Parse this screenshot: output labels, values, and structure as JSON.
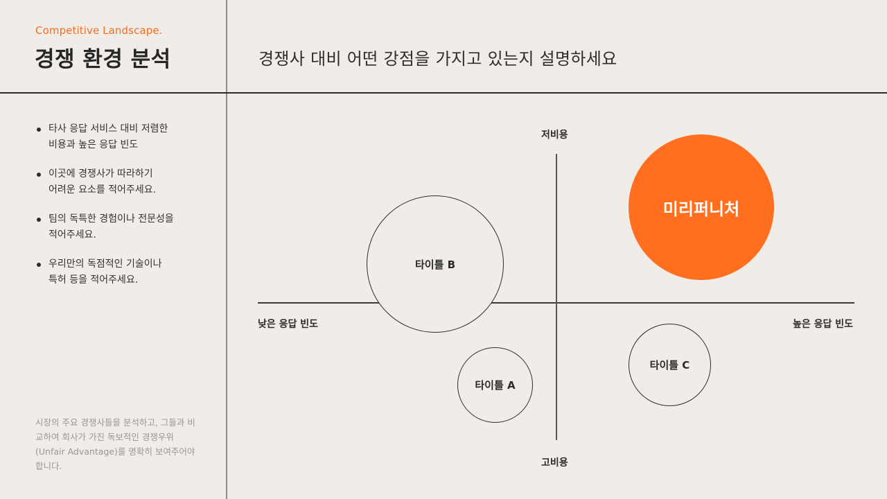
{
  "header": {
    "eyebrow": "Competitive Landscape.",
    "title": "경쟁 환경 분석",
    "subtitle": "경쟁사 대비 어떤 강점을 가지고 있는지 설명하세요"
  },
  "sidebar": {
    "bullets": [
      {
        "line1": "타사 응답 서비스 대비 저렴한",
        "line2": "비용과 높은 응답 빈도"
      },
      {
        "line1": "이곳에 경쟁사가 따라하기",
        "line2": "어려운 요소를 적어주세요."
      },
      {
        "line1": "팀의 독특한 경험이나 전문성을",
        "line2": "적어주세요."
      },
      {
        "line1": "우리만의 독점적인 기술이나",
        "line2": "특허 등을 적어주세요."
      }
    ],
    "note": "시장의 주요 경쟁사들을 분석하고, 그들과 비교하여 회사가 가진 독보적인 경쟁우위(Unfair Advantage)를 명확히 보여주어야 합니다."
  },
  "diagram": {
    "axis_top": "저비용",
    "axis_bottom": "고비용",
    "axis_left": "낮은 응답 빈도",
    "axis_right": "높은 응답 빈도",
    "bubbles": [
      {
        "label": "미리퍼니처",
        "style": "filled",
        "color": "#FF6F1F"
      },
      {
        "label": "타이틀 B",
        "style": "outline"
      },
      {
        "label": "타이틀 A",
        "style": "outline"
      },
      {
        "label": "타이틀 C",
        "style": "outline"
      }
    ]
  },
  "colors": {
    "background": "#F0ECE8",
    "accent": "#FF6F1F",
    "text": "#2B2B2B"
  }
}
